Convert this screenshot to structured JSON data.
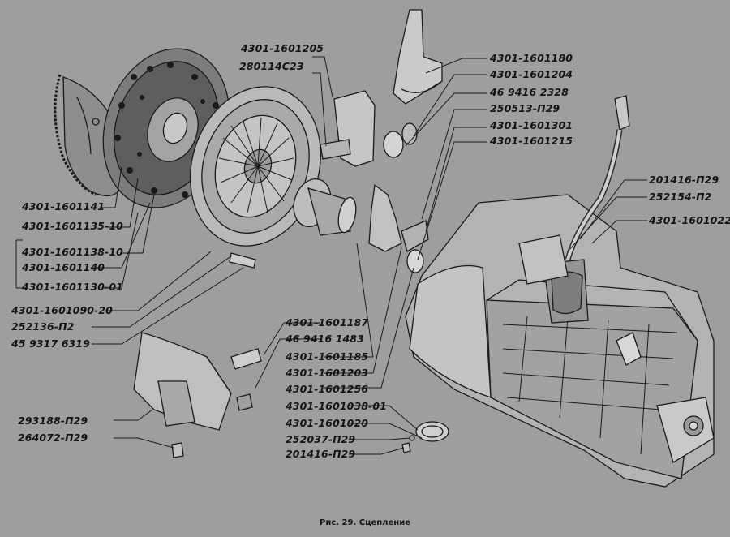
{
  "caption": "Рис. 29. Сцепление",
  "labels": {
    "l01": "4301-1601205",
    "l02": "280114С23",
    "l03": "4301-1601180",
    "l04": "4301-1601204",
    "l05": "46 9416 2328",
    "l06": "250513-П29",
    "l07": "4301-1601301",
    "l08": "4301-1601215",
    "l09": "201416-П29",
    "l10": "252154-П2",
    "l11": "4301-1601022",
    "l12": "4301-1601141",
    "l13": "4301-1601135-10",
    "l14": "4301-1601138-10",
    "l15": "4301-1601140",
    "l16": "4301-1601130-01",
    "l17": "4301-1601090-20",
    "l18": "252136-П2",
    "l19": "45 9317 6319",
    "l20": "4301-1601187",
    "l21": "46 9416 1483",
    "l22": "4301-1601185",
    "l23": "4301-1601203",
    "l24": "4301-1601256",
    "l25": "4301-1601038-01",
    "l26": "4301-1601020",
    "l27": "252037-П29",
    "l28": "201416-П29",
    "l29": "293188-П29",
    "l30": "264072-П29"
  }
}
